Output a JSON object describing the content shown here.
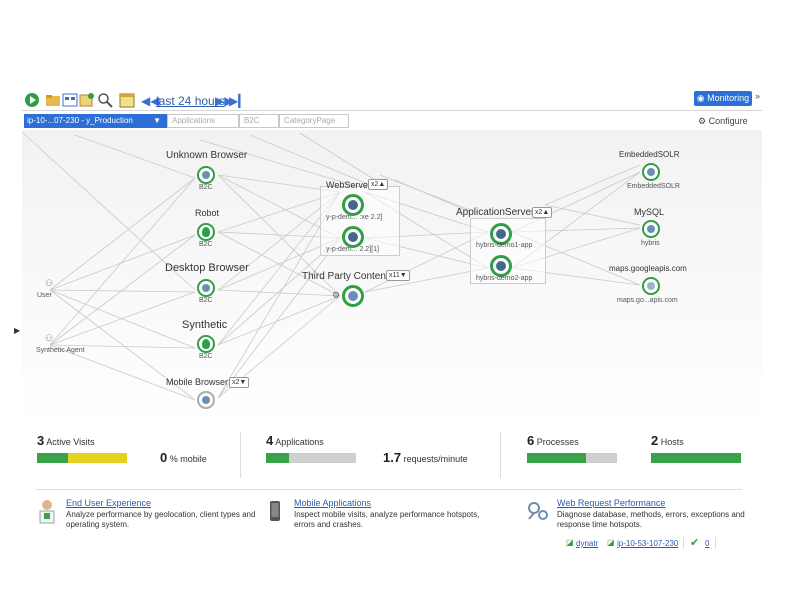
{
  "toolbar": {
    "time_range": "last 24 hours",
    "monitoring_label": "Monitoring",
    "monitoring_more": "»"
  },
  "breadcrumb": {
    "items": [
      "ip-10-...07-230 - y_Production",
      "Applications",
      "B2C",
      "CategoryPage"
    ]
  },
  "configure_label": "Configure",
  "diagram": {
    "user": "User",
    "synthetic_agent": "Synthetic Agent",
    "browsers": [
      {
        "title": "Unknown Browser",
        "sub": "B2C"
      },
      {
        "title": "Robot",
        "sub": "B2C"
      },
      {
        "title": "Desktop Browser",
        "sub": "B2C"
      },
      {
        "title": "Synthetic",
        "sub": "B2C"
      },
      {
        "title": "Mobile Browser",
        "sub": "",
        "badge": "x2▼"
      }
    ],
    "webserver": {
      "title": "WebServer",
      "badge": "x2▲",
      "nodes": [
        "y-p-dem... :xe 2.2]",
        "y-p-dem... 2.2][1]"
      ]
    },
    "third_party": {
      "title": "Third Party Content",
      "badge": "x11▼"
    },
    "appserver": {
      "title": "ApplicationServer",
      "badge": "x2▲",
      "nodes": [
        "hybris-demo1-app",
        "hybris-demo2-app"
      ]
    },
    "services": [
      {
        "title": "EmbeddedSOLR",
        "sub": "EmbeddedSOLR"
      },
      {
        "title": "MySQL",
        "sub": "hybris"
      },
      {
        "title": "maps.googleapis.com",
        "sub": "maps.go...apis.com"
      }
    ]
  },
  "stats": {
    "active_visits": {
      "value": "3",
      "label": "Active Visits",
      "green_fraction": 0.34,
      "yellow_fraction": 0.66
    },
    "mobile": {
      "value": "0",
      "label": "% mobile"
    },
    "applications": {
      "value": "4",
      "label": "Applications",
      "green_fraction": 0.25
    },
    "requests": {
      "value": "1.7",
      "label": "requests/minute"
    },
    "processes": {
      "value": "6",
      "label": "Processes",
      "green_fraction": 0.65
    },
    "hosts": {
      "value": "2",
      "label": "Hosts",
      "green_fraction": 1.0
    }
  },
  "links": [
    {
      "title": "End User Experience",
      "desc": "Analyze performance by geolocation, client types and operating system."
    },
    {
      "title": "Mobile Applications",
      "desc": "Inspect mobile visits, analyze performance hotspots, errors and crashes."
    },
    {
      "title": "Web Request Performance",
      "desc": "Diagnose database, methods, errors, exceptions and response time hotspots."
    }
  ],
  "footer": {
    "dynatrace": "dynatr",
    "host": "ip-10-53-107-230",
    "ok_count": "0"
  },
  "colors": {
    "accent": "#2c6fd6",
    "green": "#3aa24b",
    "yellow": "#e6d21e"
  }
}
